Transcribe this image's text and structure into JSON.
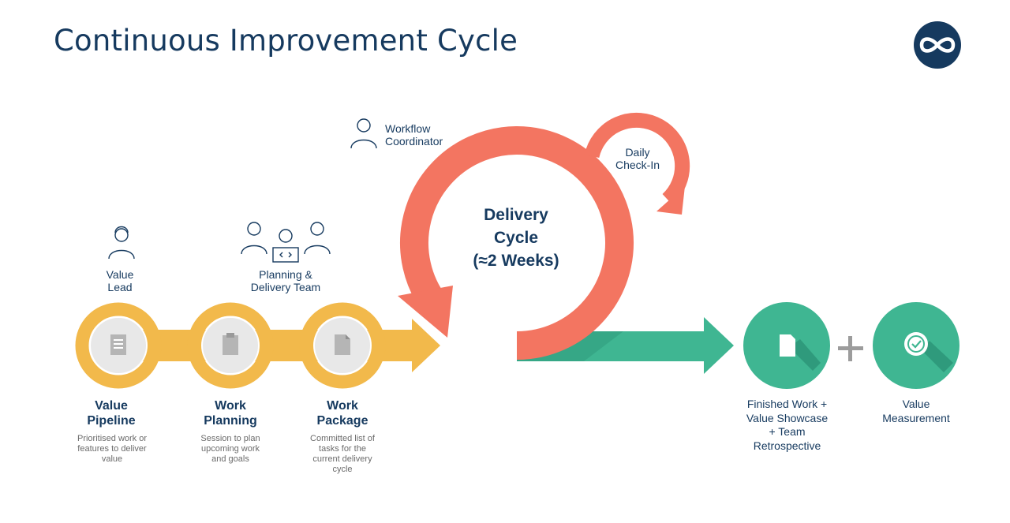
{
  "title": "Continuous Improvement Cycle",
  "colors": {
    "navy": "#163a5f",
    "yellow": "#f2b94b",
    "coral": "#f37561",
    "green": "#3fb692",
    "grey": "#d0d0d0"
  },
  "icons": {
    "logo": "infinity-icon",
    "document": "document-icon",
    "clipboard": "clipboard-icon",
    "badge": "check-badge-icon",
    "person": "person-icon",
    "laptop": "laptop-icon"
  },
  "roles": {
    "value_lead": "Value Lead",
    "planning_team": "Planning & Delivery Team",
    "coordinator": "Workflow Coordinator"
  },
  "stages": [
    {
      "name": "Value Pipeline",
      "desc": "Prioritised work or features to deliver value"
    },
    {
      "name": "Work Planning",
      "desc": "Session to plan upcoming work and goals"
    },
    {
      "name": "Work Package",
      "desc": "Committed list of tasks for the current delivery cycle"
    }
  ],
  "cycle": {
    "title": "Delivery Cycle",
    "duration": "(≈2 Weeks)",
    "checkin": "Daily Check-In"
  },
  "outputs": {
    "finished": "Finished Work + Value Showcase + Team Retrospective",
    "plus": "+",
    "measurement": "Value Measurement"
  }
}
